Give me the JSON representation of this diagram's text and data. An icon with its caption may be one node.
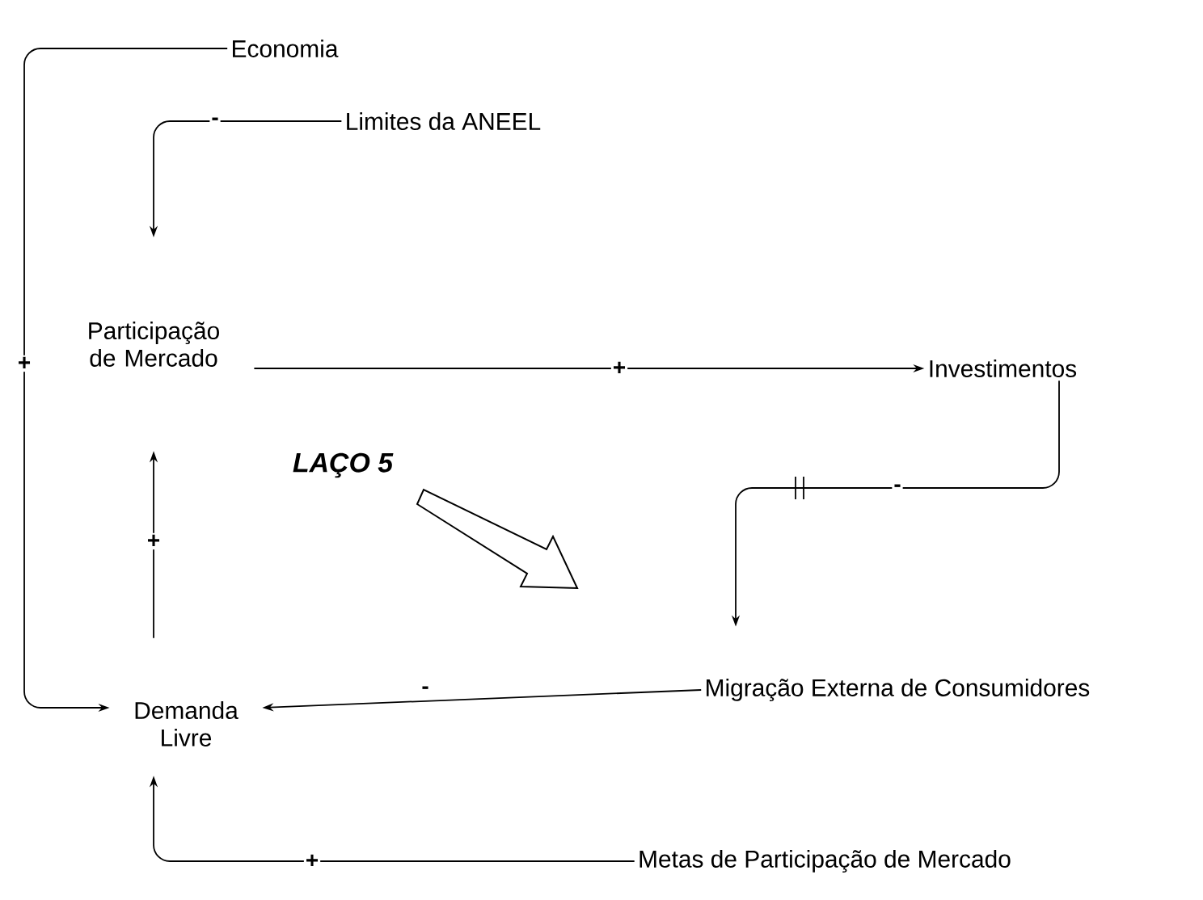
{
  "diagram": {
    "nodes": [
      {
        "text": [
          "Economia"
        ]
      },
      {
        "text": [
          "Limites da  ANEEL"
        ]
      },
      {
        "text": [
          "Participação de Mercado"
        ]
      },
      {
        "text": [
          "Investimentos"
        ]
      },
      {
        "text": [
          "Migração  Externa de Consumidores"
        ]
      },
      {
        "text": [
          "Demanda Livre"
        ]
      },
      {
        "text": [
          "Metas de Participação de Mercado"
        ]
      }
    ],
    "edges": [
      {
        "from": 0,
        "to": 5,
        "arrow": "to",
        "label": "+"
      },
      {
        "from": 1,
        "to": 2,
        "arrow": "to",
        "label": "-"
      },
      {
        "from": 2,
        "to": 3,
        "arrow": "to",
        "label": "+"
      },
      {
        "from": 3,
        "to": 4,
        "arrow": "to",
        "label": "-"
      },
      {
        "from": 4,
        "to": 5,
        "arrow": "to",
        "label": "-"
      },
      {
        "from": 5,
        "to": 2,
        "arrow": "to",
        "label": "+"
      },
      {
        "from": 6,
        "to": 5,
        "arrow": "to",
        "label": "+"
      }
    ],
    "labels": [
      "LAÇO 5"
    ]
  }
}
